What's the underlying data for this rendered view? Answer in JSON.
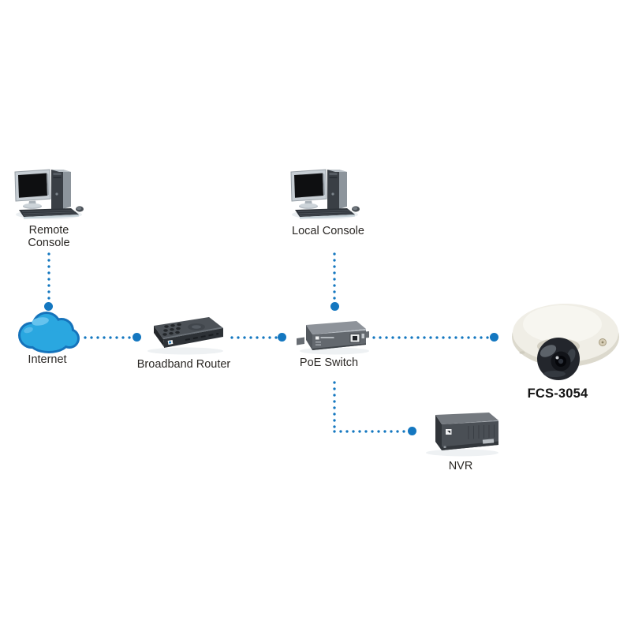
{
  "diagram": {
    "nodes": [
      {
        "id": "remote-console",
        "label": "Remote Console",
        "label_lines": [
          "Remote",
          "Console"
        ]
      },
      {
        "id": "local-console",
        "label": "Local Console"
      },
      {
        "id": "internet",
        "label": "Internet"
      },
      {
        "id": "broadband-router",
        "label": "Broadband Router"
      },
      {
        "id": "poe-switch",
        "label": "PoE Switch"
      },
      {
        "id": "ip-camera",
        "label": "FCS-3054"
      },
      {
        "id": "nvr",
        "label": "NVR"
      }
    ],
    "links": [
      {
        "from": "remote-console",
        "to": "internet"
      },
      {
        "from": "internet",
        "to": "broadband-router"
      },
      {
        "from": "broadband-router",
        "to": "poe-switch"
      },
      {
        "from": "local-console",
        "to": "poe-switch"
      },
      {
        "from": "poe-switch",
        "to": "ip-camera"
      },
      {
        "from": "poe-switch",
        "to": "nvr"
      }
    ],
    "colors": {
      "connector_dot": "#1477c0",
      "cloud_fill": "#2aa7e0",
      "cloud_outline": "#1573bb",
      "cloud_highlight": "#66c3ee",
      "label_text": "#2b2825"
    }
  }
}
